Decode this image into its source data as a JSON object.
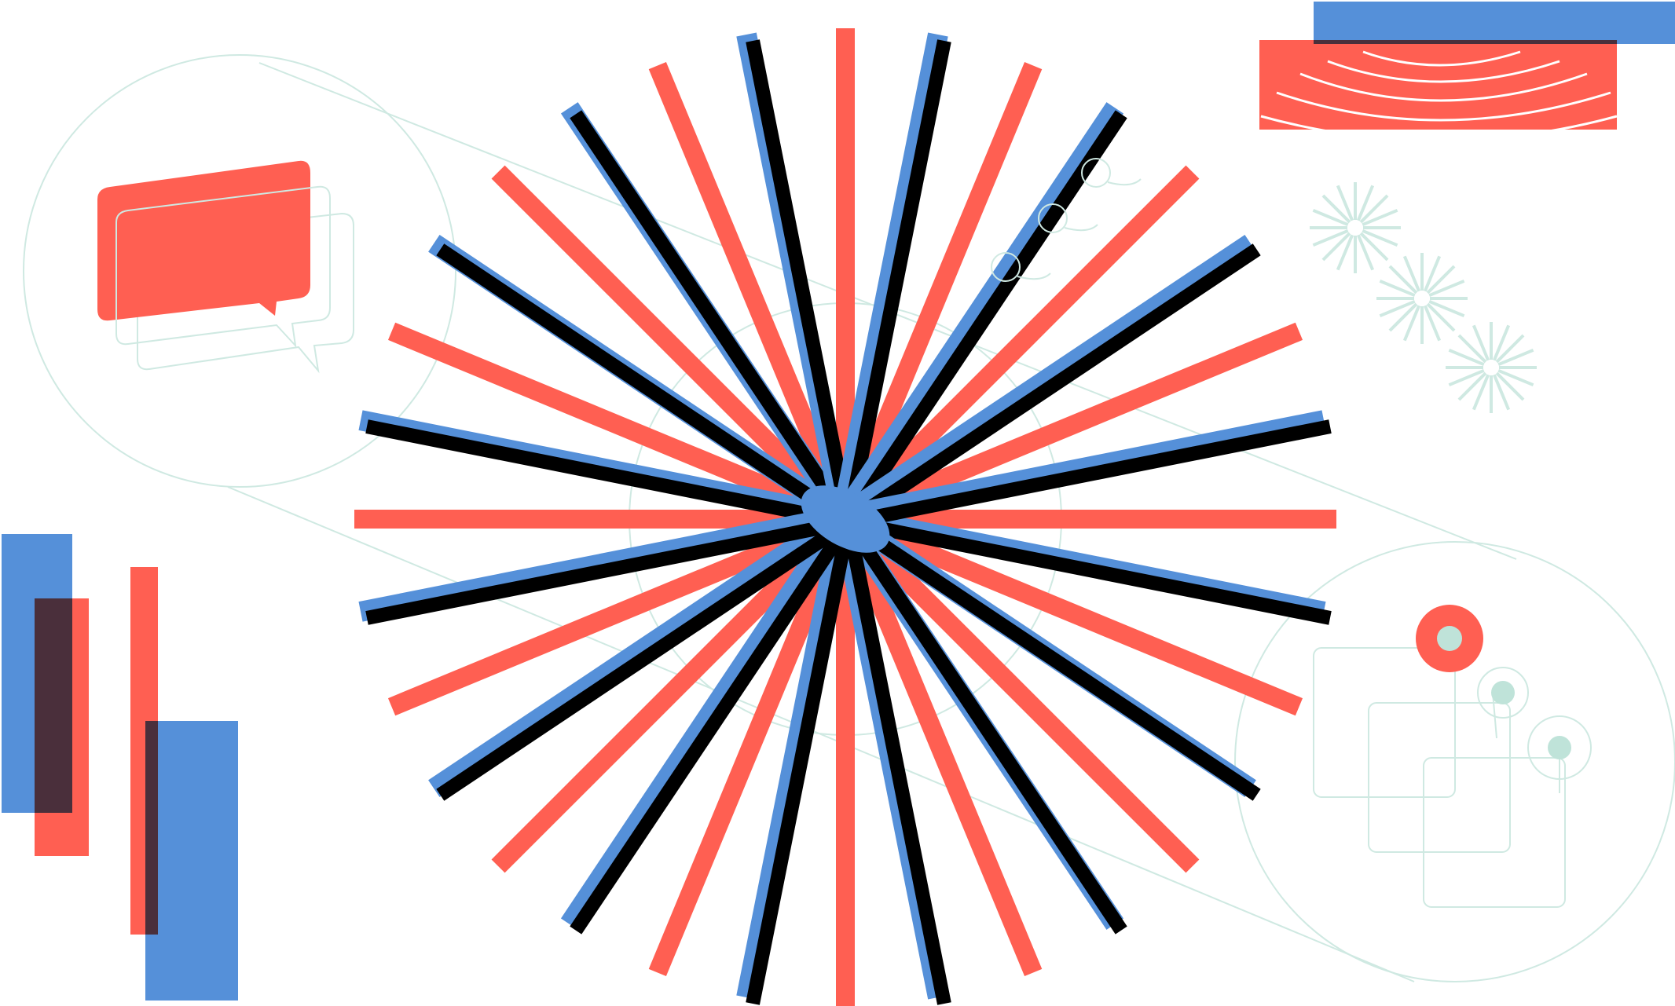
{
  "palette": {
    "red": "#ff5f52",
    "blue": "#5590d9",
    "black": "#000000",
    "mint": "#cfe9e2",
    "mint_dot": "#bfe3d9",
    "overlap": "#4a2f3b",
    "background": "#ffffff"
  },
  "illustration": {
    "type": "decorative-abstract-illustration",
    "elements": [
      "starburst",
      "chat-bubbles-icon",
      "connected-nodes-icon",
      "sparkle-icons",
      "color-blocks",
      "connector-lines"
    ]
  }
}
